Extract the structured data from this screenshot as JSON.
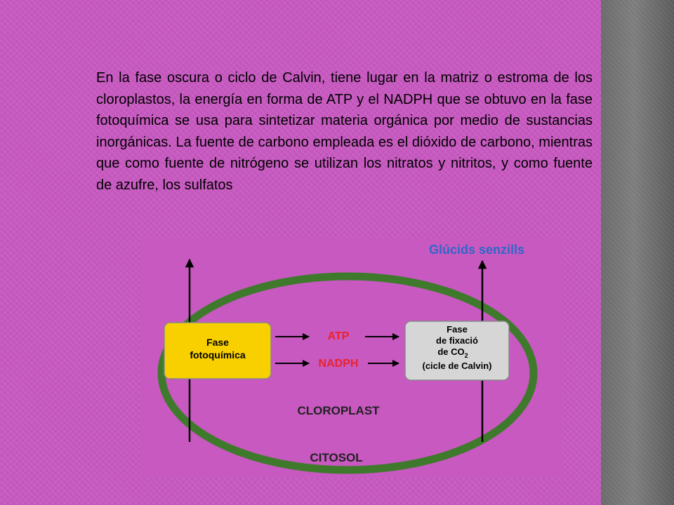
{
  "slide": {
    "body_text": "En la fase oscura o ciclo de Calvin,  tiene lugar en la matriz o estroma de los cloroplastos, la energía en forma de ATP y el NADPH que se obtuvo en la fase fotoquímica se usa para sintetizar materia orgánica por medio de sustancias inorgánicas. La fuente de carbono empleada es el dióxido de carbono, mientras que como fuente de nitrógeno se utilizan los nitratos y nitritos, y como fuente de azufre, los sulfatos"
  },
  "diagram": {
    "top_label": "Glúcids senzills",
    "left_box_line1": "Fase",
    "left_box_line2": "fotoquímica",
    "atp": "ATP",
    "nadph": "NADPH",
    "right_box_line1": "Fase",
    "right_box_line2": "de fixació",
    "right_box_line3": "de CO",
    "right_box_subscript": "2",
    "right_box_line4": "(cicle de Calvin)",
    "chloroplast_label": "CLOROPLAST",
    "cytosol_label": "CITOSOL",
    "colors": {
      "ellipse": "#3f7a2c",
      "left_box": "#f8d000",
      "right_box": "#d6d6d6",
      "red_label": "#e8242c",
      "blue_label": "#2f67c8"
    }
  }
}
